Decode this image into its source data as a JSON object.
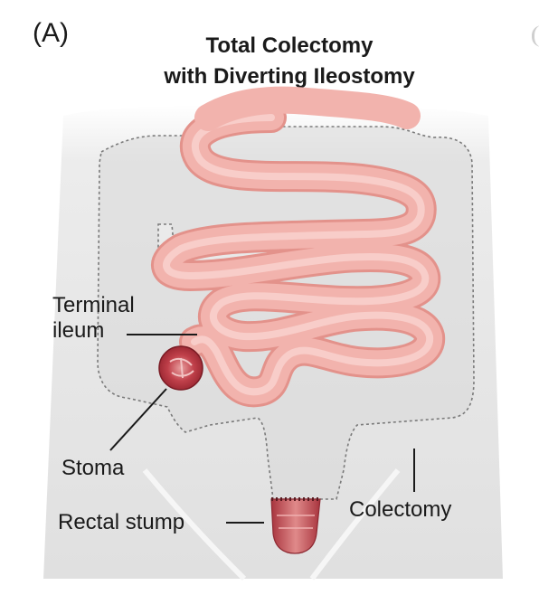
{
  "panel": {
    "letter": "(A)"
  },
  "title": {
    "line1": "Total Colectomy",
    "line2": "with Diverting Ileostomy"
  },
  "labels": {
    "terminal_ileum_line1": "Terminal",
    "terminal_ileum_line2": "ileum",
    "stoma": "Stoma",
    "rectal_stump": "Rectal stump",
    "colectomy": "Colectomy"
  },
  "colors": {
    "body": "#e3e3e3",
    "body_edge": "#f3f3f3",
    "intestine_fill": "#f2b3ad",
    "intestine_highlight": "#fbd9d4",
    "intestine_edge": "#e3928b",
    "stoma": "#b8323a",
    "stump": "#c8505a",
    "colon_outline": "#7a7a7a",
    "text": "#1a1a1a"
  }
}
